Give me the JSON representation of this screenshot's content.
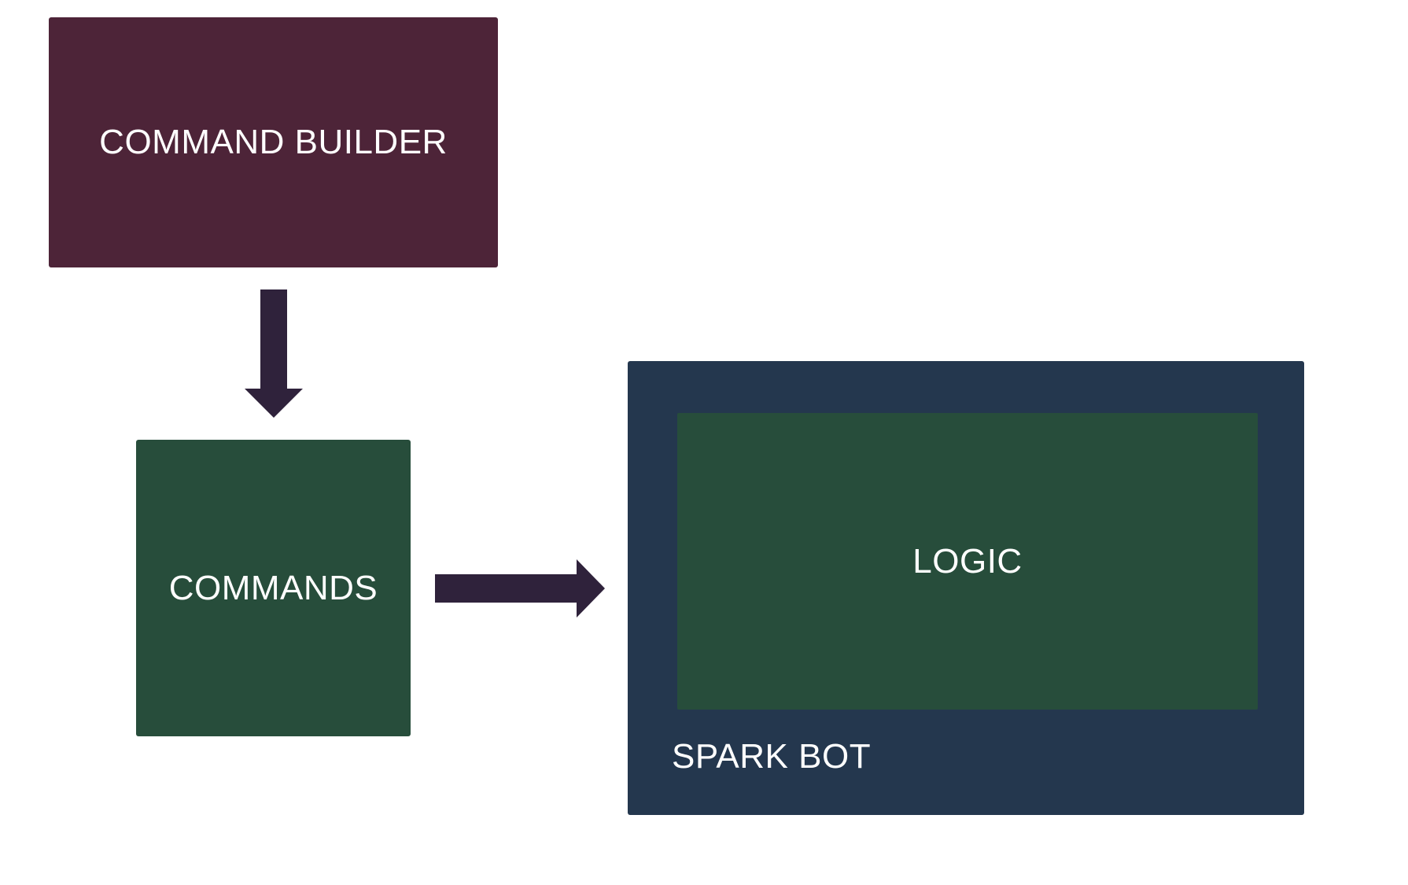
{
  "diagram": {
    "nodes": {
      "command_builder": {
        "label": "COMMAND BUILDER",
        "color": "#4d2438"
      },
      "commands": {
        "label": "COMMANDS",
        "color": "#274d3b"
      },
      "spark_bot": {
        "label": "SPARK BOT",
        "color": "#24374e"
      },
      "logic": {
        "label": "LOGIC",
        "color": "#274d3b"
      }
    },
    "edges": [
      {
        "from": "command_builder",
        "to": "commands",
        "direction": "down"
      },
      {
        "from": "commands",
        "to": "spark_bot",
        "direction": "right"
      }
    ],
    "arrow_color": "#2f223b"
  }
}
